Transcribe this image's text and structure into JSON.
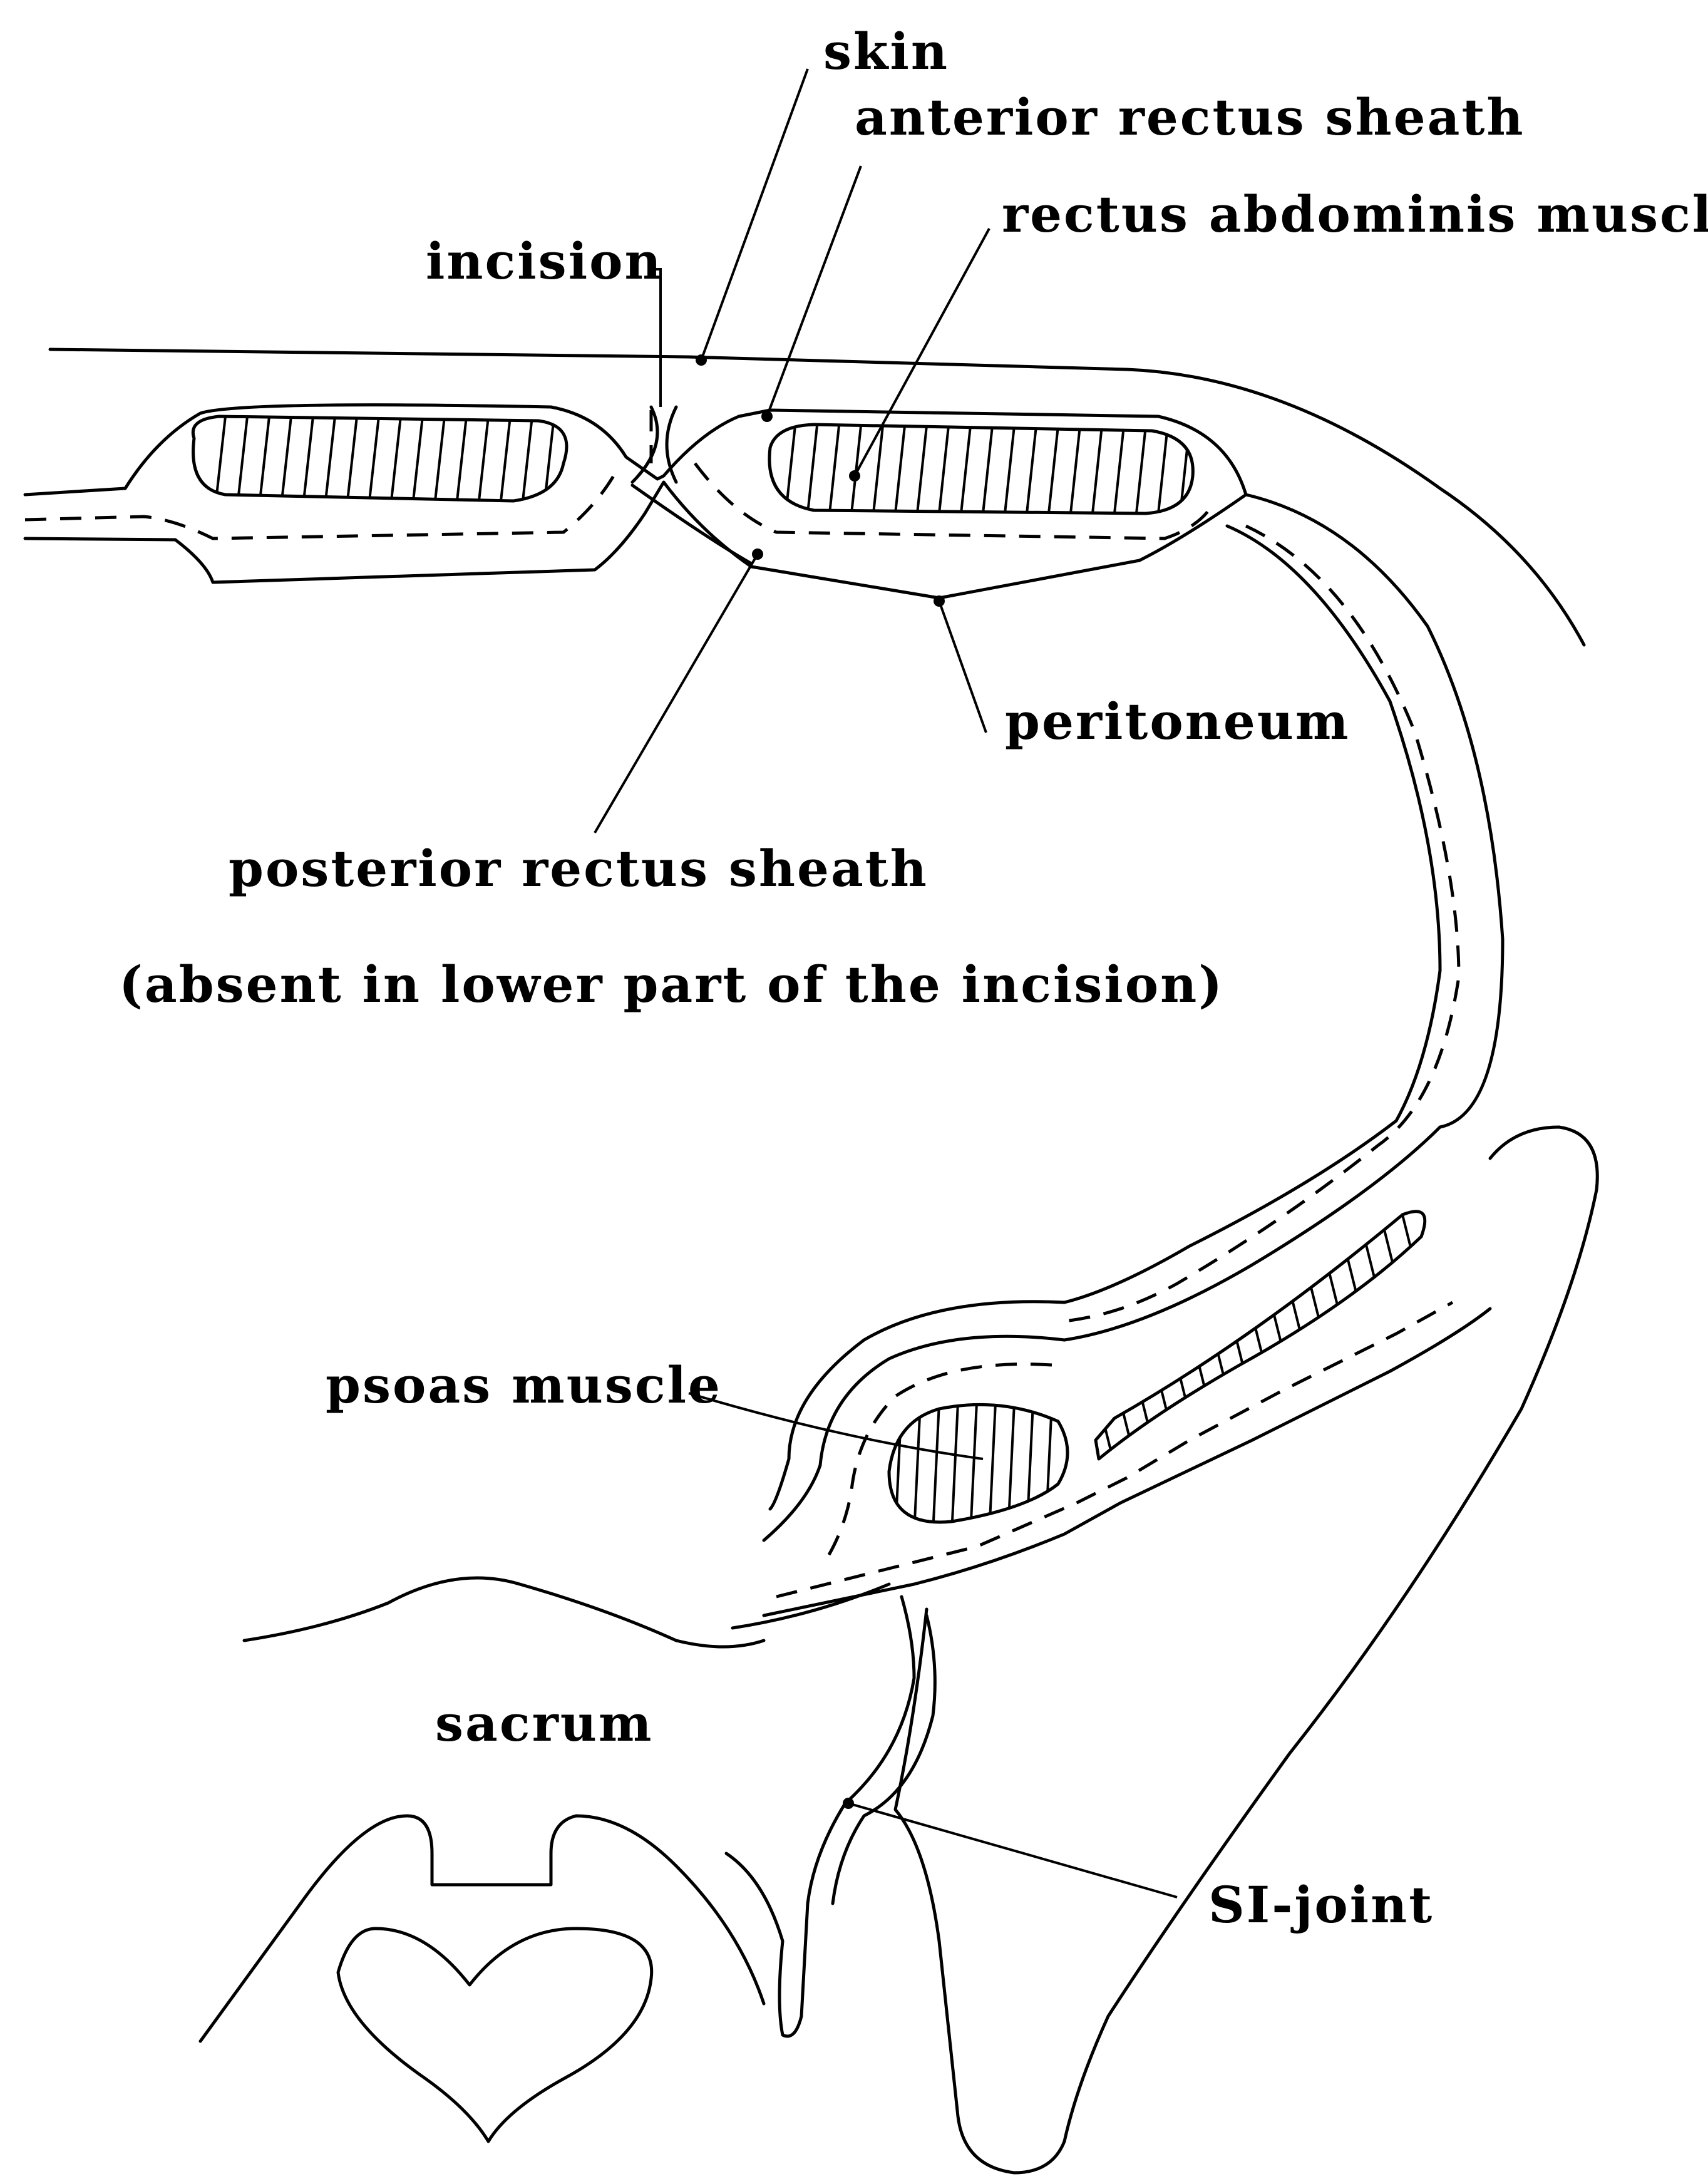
{
  "labels": {
    "skin": "skin",
    "anterior_rectus_sheath": "anterior rectus sheath",
    "rectus_abdominis_muscle": "rectus abdominis muscle",
    "incision": "incision",
    "peritoneum": "peritoneum",
    "posterior_rectus_sheath": "posterior rectus sheath",
    "posterior_note": "(absent in lower part of the incision)",
    "psoas_muscle": "psoas muscle",
    "sacrum": "sacrum",
    "si_joint": "SI-joint"
  }
}
